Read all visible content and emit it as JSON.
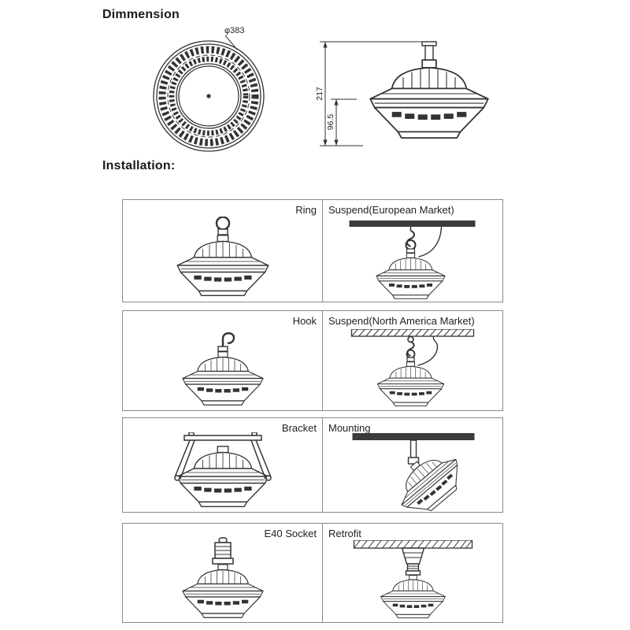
{
  "page": {
    "background": "#ffffff",
    "line_color": "#333333",
    "accent_dark": "#3c3c3c"
  },
  "dimension_section": {
    "title": "Dimmension",
    "top_view": {
      "diameter_label": "φ383"
    },
    "side_view": {
      "total_height_label": "217",
      "body_height_label": "96.5"
    }
  },
  "installation_section": {
    "title": "Installation:",
    "rows": [
      {
        "left_label": "Ring",
        "right_label": "Suspend(European Market)"
      },
      {
        "left_label": "Hook",
        "right_label": "Suspend(North America Market)"
      },
      {
        "left_label": "Bracket",
        "right_label": "Mounting"
      },
      {
        "left_label": "E40 Socket",
        "right_label": "Retrofit"
      }
    ]
  }
}
